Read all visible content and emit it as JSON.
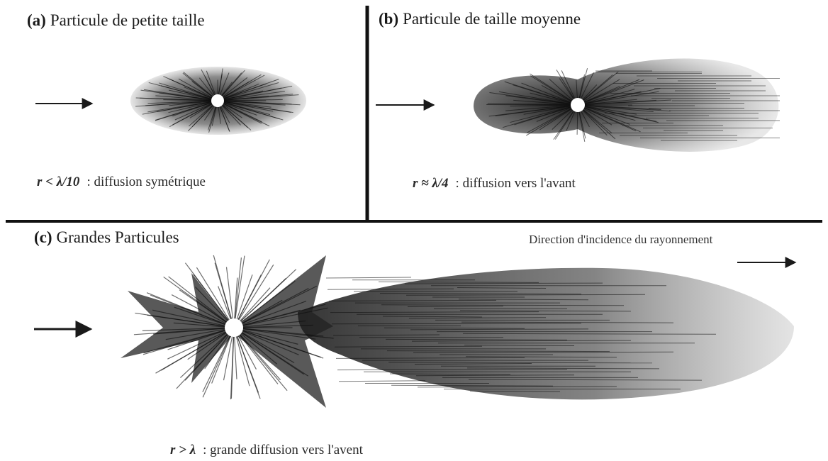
{
  "panels": {
    "a": {
      "label": "(a)",
      "title": "Particule de petite taille",
      "math": "r < λ/10",
      "text": ": diffusion symétrique"
    },
    "b": {
      "label": "(b)",
      "title": "Particule de taille moyenne",
      "math": "r ≈ λ/4",
      "text": ": diffusion vers l'avant"
    },
    "c": {
      "label": "(c)",
      "title": "Grandes Particules",
      "math": "r > λ",
      "text": ": grande diffusion vers l'avent"
    }
  },
  "direction_note": "Direction d'incidence du rayonnement",
  "colors": {
    "ink": "#1a1a1a",
    "particle": "#ffffff"
  }
}
